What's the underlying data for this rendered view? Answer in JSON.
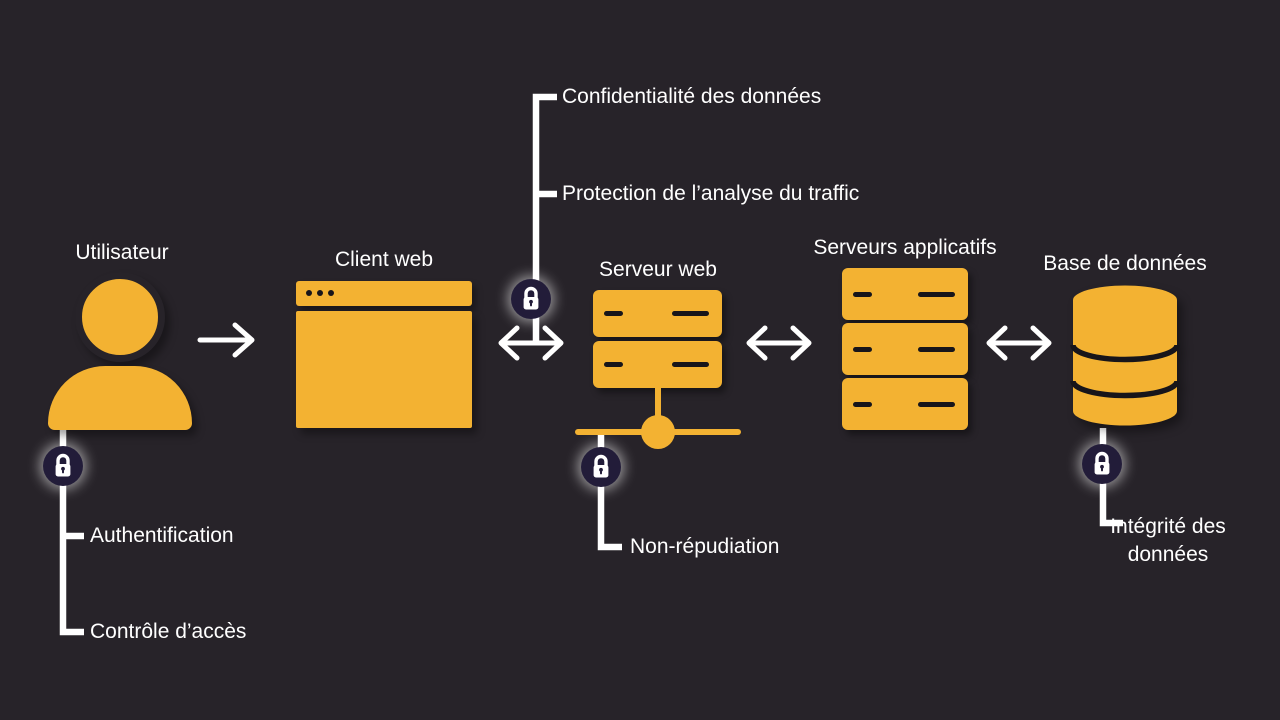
{
  "diagram": {
    "colors": {
      "background": "#272329",
      "accent": "#F3B232",
      "icon_detail": "#17151A",
      "lock_badge": "#221C39",
      "line": "#FFFFFF"
    },
    "nodes": [
      {
        "id": "user",
        "label": "Utilisateur",
        "icon": "person-icon"
      },
      {
        "id": "web-client",
        "label": "Client web",
        "icon": "browser-icon"
      },
      {
        "id": "web-server",
        "label": "Serveur web",
        "icon": "server-stack-2-icon"
      },
      {
        "id": "app-servers",
        "label": "Serveurs applicatifs",
        "icon": "server-stack-3-icon"
      },
      {
        "id": "database",
        "label": "Base de données",
        "icon": "database-icon"
      }
    ],
    "security": {
      "channel": [
        "Confidentialité des données",
        "Protection de l’analyse du traffic"
      ],
      "user": [
        "Authentification",
        "Contrôle d’accès"
      ],
      "web_server": [
        "Non-répudiation"
      ],
      "database": [
        "Intégrité des données"
      ]
    }
  }
}
